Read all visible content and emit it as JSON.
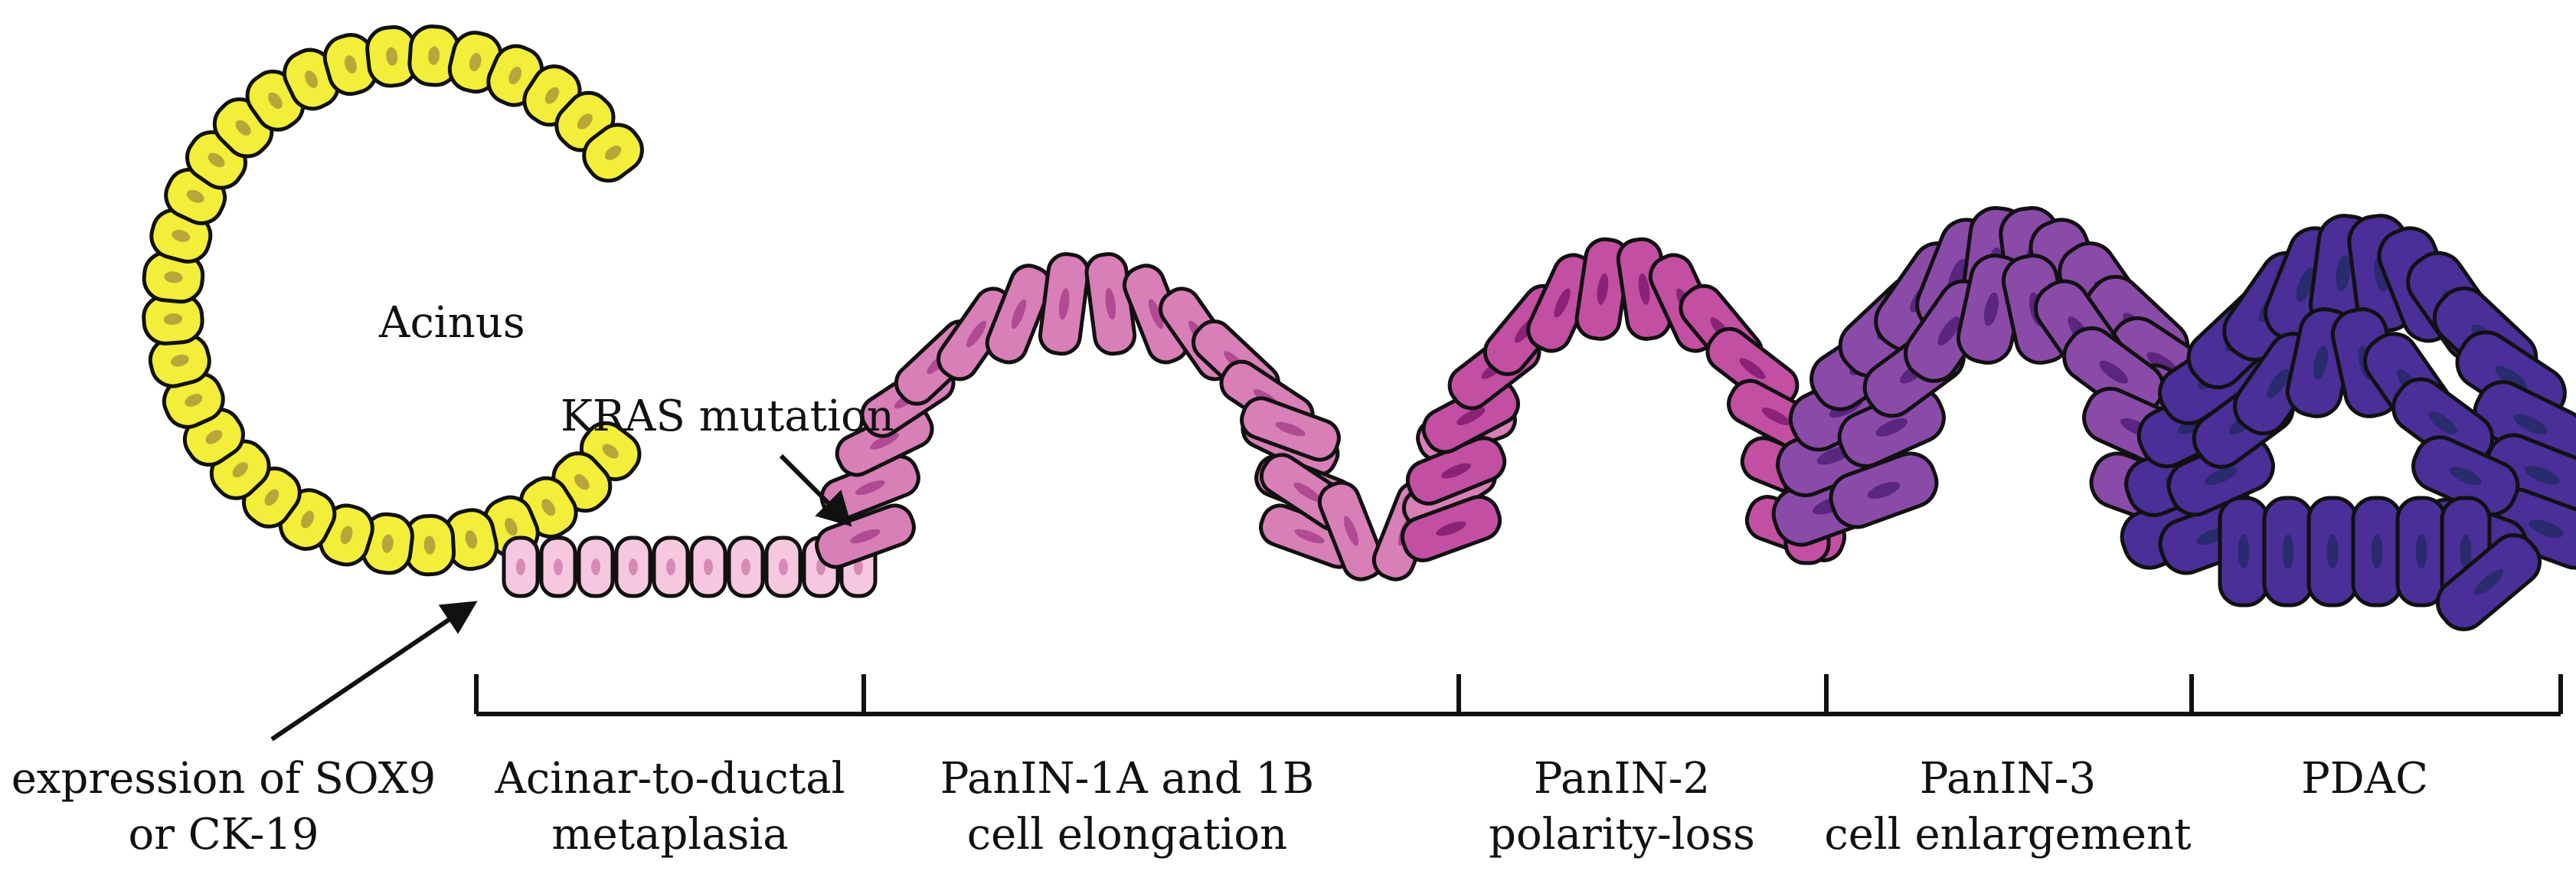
{
  "labels": {
    "acinus": "Acinus",
    "kras": "KRAS mutation",
    "sox9_line1": "expression of SOX9",
    "sox9_line2": "or CK-19"
  },
  "stages": [
    {
      "line1": "Acinar-to-ductal",
      "line2": "metaplasia"
    },
    {
      "line1": "PanIN-1A and 1B",
      "line2": "cell elongation"
    },
    {
      "line1": "PanIN-2",
      "line2": "polarity-loss"
    },
    {
      "line1": "PanIN-3",
      "line2": "cell enlargement"
    },
    {
      "line1": "PDAC",
      "line2": ""
    }
  ],
  "colors": {
    "acinus_cell": "#f2ee3a",
    "acinus_nucleus": "#b9a63a",
    "adm_cell": "#f6c8df",
    "adm_nucleus": "#d88ab5",
    "panin1_cell": "#d77fb6",
    "panin1_nucleus": "#b04a92",
    "panin2_cell": "#c24fa2",
    "panin2_nucleus": "#8a2378",
    "panin3_cell": "#8a4aa8",
    "panin3_nucleus": "#5a2680",
    "pdac_cell": "#4a2f98",
    "pdac_nucleus": "#2a2a6e",
    "outline": "#111111"
  }
}
